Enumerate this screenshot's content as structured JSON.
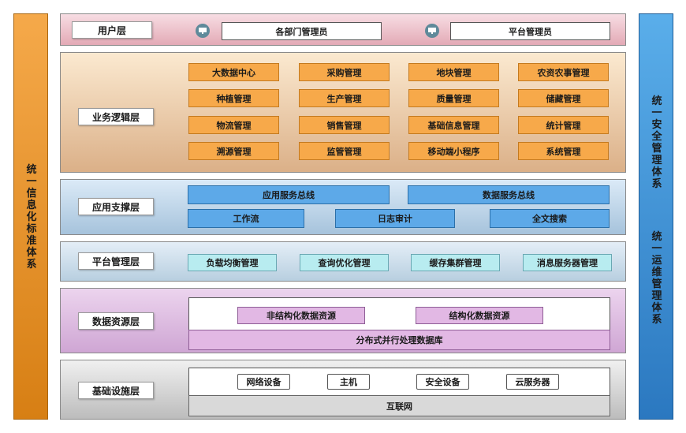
{
  "left_bar": {
    "chars": [
      "统",
      "一",
      "信",
      "息",
      "化",
      "标",
      "准",
      "体",
      "系"
    ]
  },
  "right_bar": {
    "top_chars": [
      "统",
      "一",
      "安",
      "全",
      "管",
      "理",
      "体",
      "系"
    ],
    "bottom_chars": [
      "统",
      "一",
      "运",
      "维",
      "管",
      "理",
      "体",
      "系"
    ]
  },
  "user_layer": {
    "label": "用户层",
    "items": [
      "各部门管理员",
      "平台管理员"
    ]
  },
  "business_layer": {
    "label": "业务逻辑层",
    "items": [
      "大数据中心",
      "采购管理",
      "地块管理",
      "农资农事管理",
      "种植管理",
      "生产管理",
      "质量管理",
      "储藏管理",
      "物流管理",
      "销售管理",
      "基础信息管理",
      "统计管理",
      "溯源管理",
      "监管管理",
      "移动端小程序",
      "系统管理"
    ]
  },
  "app_layer": {
    "label": "应用支撑层",
    "row1": [
      "应用服务总线",
      "数据服务总线"
    ],
    "row2": [
      "工作流",
      "日志审计",
      "全文搜索"
    ]
  },
  "platform_layer": {
    "label": "平台管理层",
    "items": [
      "负载均衡管理",
      "查询优化管理",
      "缓存集群管理",
      "消息服务器管理"
    ]
  },
  "data_layer": {
    "label": "数据资源层",
    "items": [
      "非结构化数据资源",
      "结构化数据资源"
    ],
    "bottom": "分布式并行处理数据库"
  },
  "infra_layer": {
    "label": "基础设施层",
    "items": [
      "网络设备",
      "主机",
      "安全设备",
      "云服务器"
    ],
    "bottom": "互联网"
  },
  "colors": {
    "left_bar": "#f0982f",
    "right_bar": "#3e8fd6",
    "orange": "#f7a94a",
    "blue": "#5da9e8",
    "cyan": "#b8ecf0",
    "purple": "#e2b8e4"
  }
}
